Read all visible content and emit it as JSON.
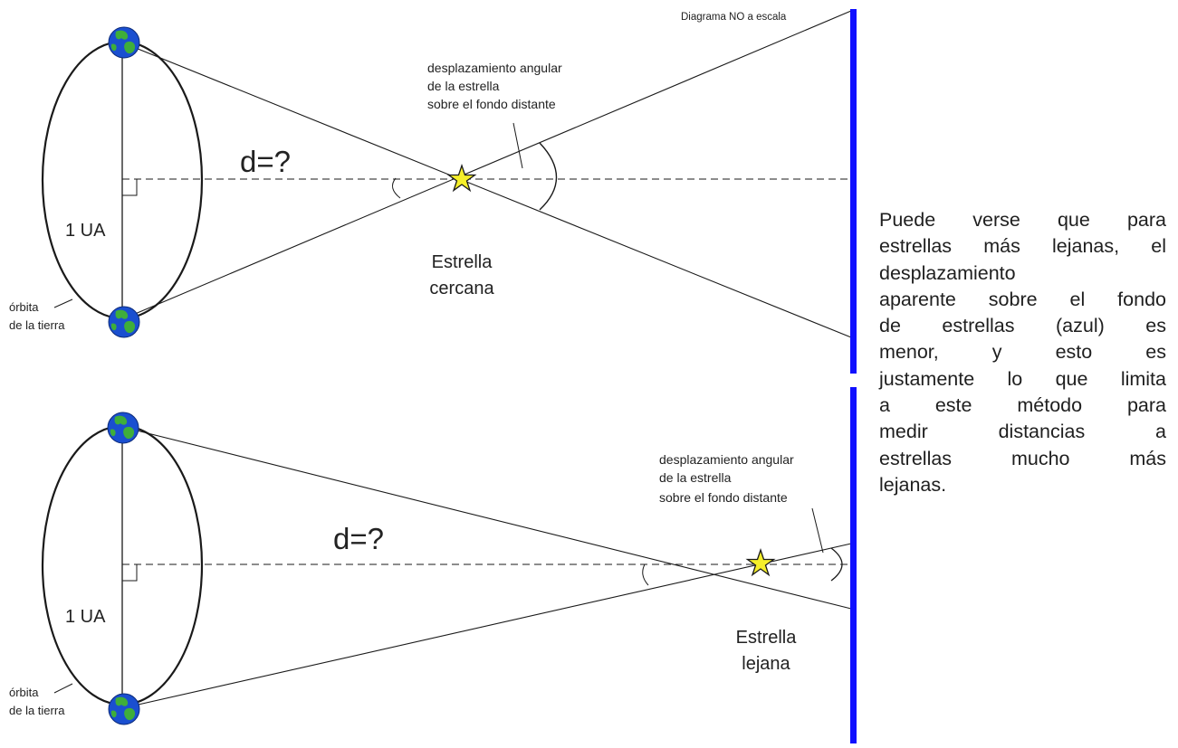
{
  "diagram": {
    "note": "Diagrama NO a escala",
    "top": {
      "label_line1": "desplazamiento angular",
      "label_line2": "de la estrella",
      "label_line3": "sobre el fondo distante",
      "distance_label": "d=?",
      "baseline_label": "1 UA",
      "orbit_line1": "órbita",
      "orbit_line2": "de la tierra",
      "star_line1": "Estrella",
      "star_line2": "cercana"
    },
    "bottom": {
      "label_line1": "desplazamiento angular",
      "label_line2": "de la estrella",
      "label_line3": "sobre el fondo distante",
      "distance_label": "d=?",
      "baseline_label": "1 UA",
      "orbit_line1": "órbita",
      "orbit_line2": "de la tierra",
      "star_line1": "Estrella",
      "star_line2": "lejana"
    },
    "colors": {
      "background_stars": "#1010ff",
      "star_fill": "#f5ef2a",
      "earth_ocean": "#1a4fd0",
      "earth_land": "#3fae3a"
    }
  },
  "side_text": {
    "lines_justified": [
      "Puede verse que para",
      "estrellas más lejanas, el"
    ],
    "line_left_1": "desplazamiento",
    "line_left_2": "aparente sobre el fondo",
    "lines_justified_2": [
      "de estrellas (azul) es",
      "menor, y esto es",
      "justamente lo que limita",
      "a este método para",
      "medir distancias a",
      "estrellas mucho más"
    ],
    "line_last": "lejanas."
  }
}
